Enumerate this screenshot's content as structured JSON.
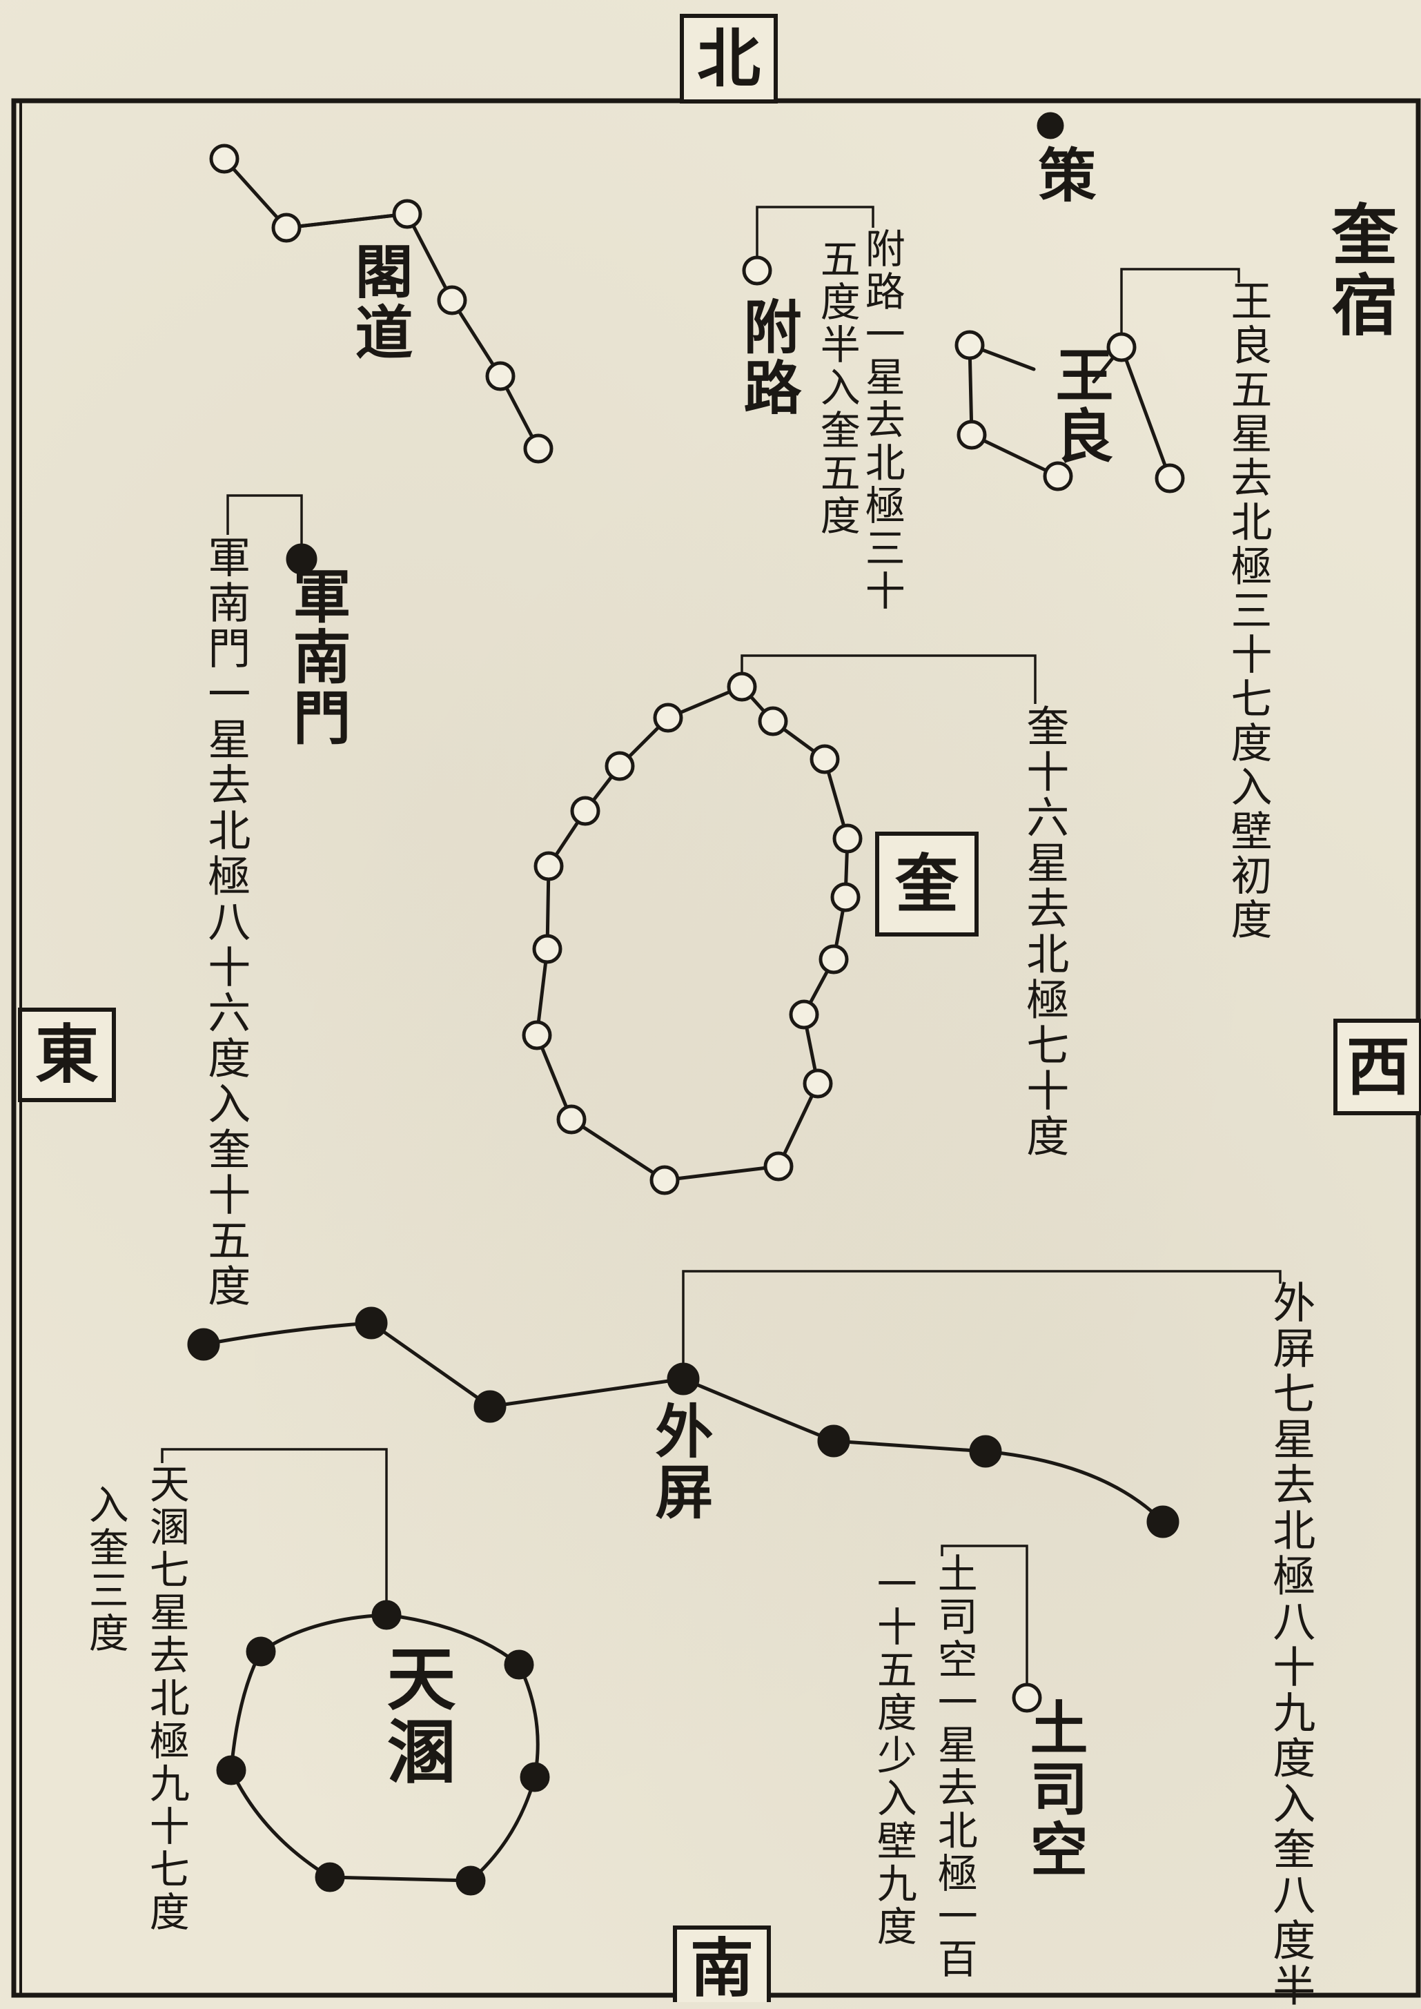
{
  "directions": {
    "north": "北",
    "south": "南",
    "east": "東",
    "west": "西"
  },
  "lodge": {
    "title": "奎宿",
    "main_label": "奎",
    "main_desc": "奎十六星去北極七十度"
  },
  "constellations": {
    "wangliang": {
      "label": "王良",
      "desc": "王良五星去北極三十七度入壁初度"
    },
    "ce": {
      "label": "策"
    },
    "fulu": {
      "label": "附路",
      "desc_col1": "附路一星去北極三十",
      "desc_col2": "五度半入奎五度"
    },
    "gedao": {
      "label": "閣道"
    },
    "junnanmen": {
      "label": "軍南門",
      "desc": "軍南門一星去北極八十六度入奎十五度"
    },
    "waiping": {
      "label": "外屏",
      "desc": "外屏七星去北極八十九度入奎八度半"
    },
    "tianhun": {
      "label": "天溷",
      "desc_col1": "天溷七星去北極九十七度",
      "desc_col2": "入奎三度"
    },
    "tusikong": {
      "label": "土司空",
      "desc_col1": "土司空一星去北極一百",
      "desc_col2": "一十五度少入壁九度"
    }
  }
}
